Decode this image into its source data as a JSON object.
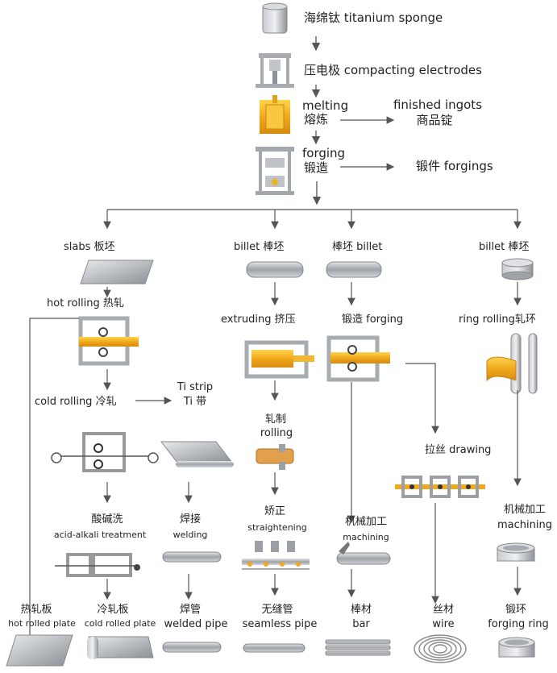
{
  "top_steps": {
    "sponge": "海绵钛 titanium sponge",
    "compacting": "压电极 compacting electrodes",
    "melting_en": "melting",
    "melting_zh": "熔炼",
    "finished_en": "finished ingots",
    "finished_zh": "商品锭",
    "forging_en": "forging",
    "forging_zh": "锻造",
    "forgings": "锻件 forgings"
  },
  "col1": {
    "slabs": "slabs 板坯",
    "hot_rolling": "hot rolling 热轧",
    "cold_rolling": "cold rolling 冷轧",
    "ti_strip_en": "Ti strip",
    "ti_strip_zh": "Ti 带",
    "acid_zh": "酸碱洗",
    "acid_en": "acid-alkali treatment",
    "welding_zh": "焊接",
    "welding_en": "welding",
    "hot_plate_zh": "热轧板",
    "hot_plate_en": "hot rolled plate",
    "cold_plate_zh": "冷轧板",
    "cold_plate_en": "cold rolled plate",
    "welded_pipe_zh": "焊管",
    "welded_pipe_en": "welded pipe"
  },
  "col2": {
    "billet": "billet 棒坯",
    "extruding": "extruding 挤压",
    "rolling_zh": "轧制",
    "rolling_en": "rolling",
    "straight_zh": "矫正",
    "straight_en": "straightening",
    "seamless_zh": "无缝管",
    "seamless_en": "seamless pipe"
  },
  "col3": {
    "billet": "棒坯 billet",
    "forging": "锻造 forging",
    "machining_zh": "机械加工",
    "machining_en": "machining",
    "bar_zh": "棒材",
    "bar_en": "bar",
    "drawing": "拉丝 drawing",
    "wire_zh": "丝材",
    "wire_en": "wire"
  },
  "col4": {
    "billet": "billet 棒坯",
    "ring_rolling": "ring rolling轧环",
    "machining_zh": "机械加工",
    "machining_en": "machining",
    "ring_zh": "锻环",
    "ring_en": "forging ring"
  },
  "colors": {
    "line": "#555555",
    "metal": "#b8bcc0",
    "gold": "#f0a81c",
    "frame": "#9aa0a6"
  }
}
